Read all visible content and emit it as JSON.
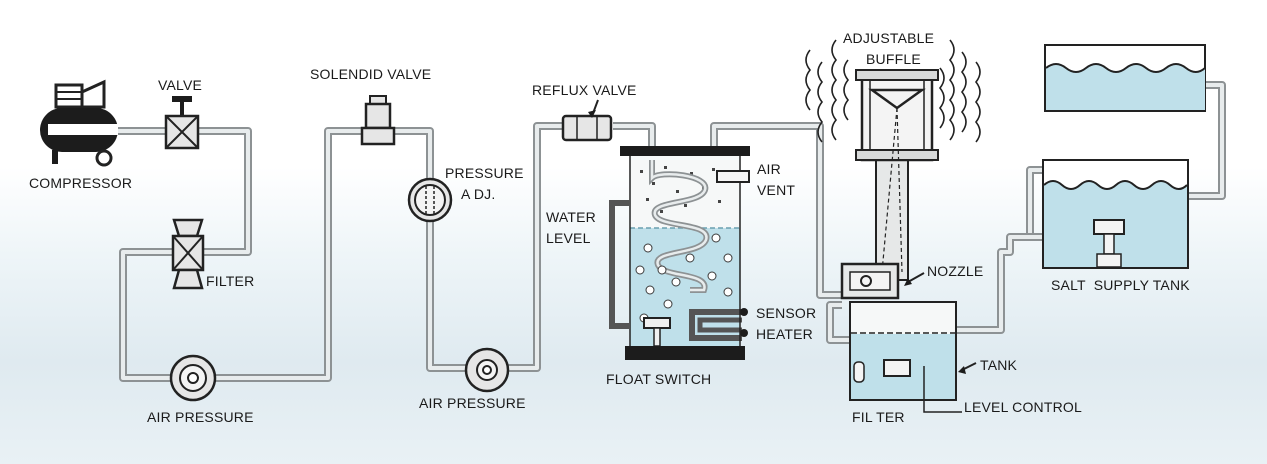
{
  "labels": {
    "compressor": "COMPRESSOR",
    "valve": "VALVE",
    "filter": "FILTER",
    "air_pressure_1": "AIR PRESSURE",
    "solenoid_valve": "SOLENDID VALVE",
    "pressure_adj_line1": "PRESSURE",
    "pressure_adj_line2": "A DJ.",
    "air_pressure_2": "AIR PRESSURE",
    "reflux_valve": "REFLUX VALVE",
    "water_level_line1": "WATER",
    "water_level_line2": "LEVEL",
    "air_vent_line1": "AIR",
    "air_vent_line2": "VENT",
    "sensor": "SENSOR",
    "heater": "HEATER",
    "float_switch": "FLOAT SWITCH",
    "adjustable_buffle_line1": "ADJUSTABLE",
    "adjustable_buffle_line2": "BUFFLE",
    "nozzle": "NOZZLE",
    "tank": "TANK",
    "fil_ter": "FIL TER",
    "level_control": "LEVEL CONTROL",
    "salt_supply_tank": "SALT  SUPPLY TANK"
  },
  "colors": {
    "pipe_outline": "#8d9294",
    "pipe_fill": "#e8eced",
    "water": "#bfe0ea",
    "dark": "#1c1c1c"
  }
}
